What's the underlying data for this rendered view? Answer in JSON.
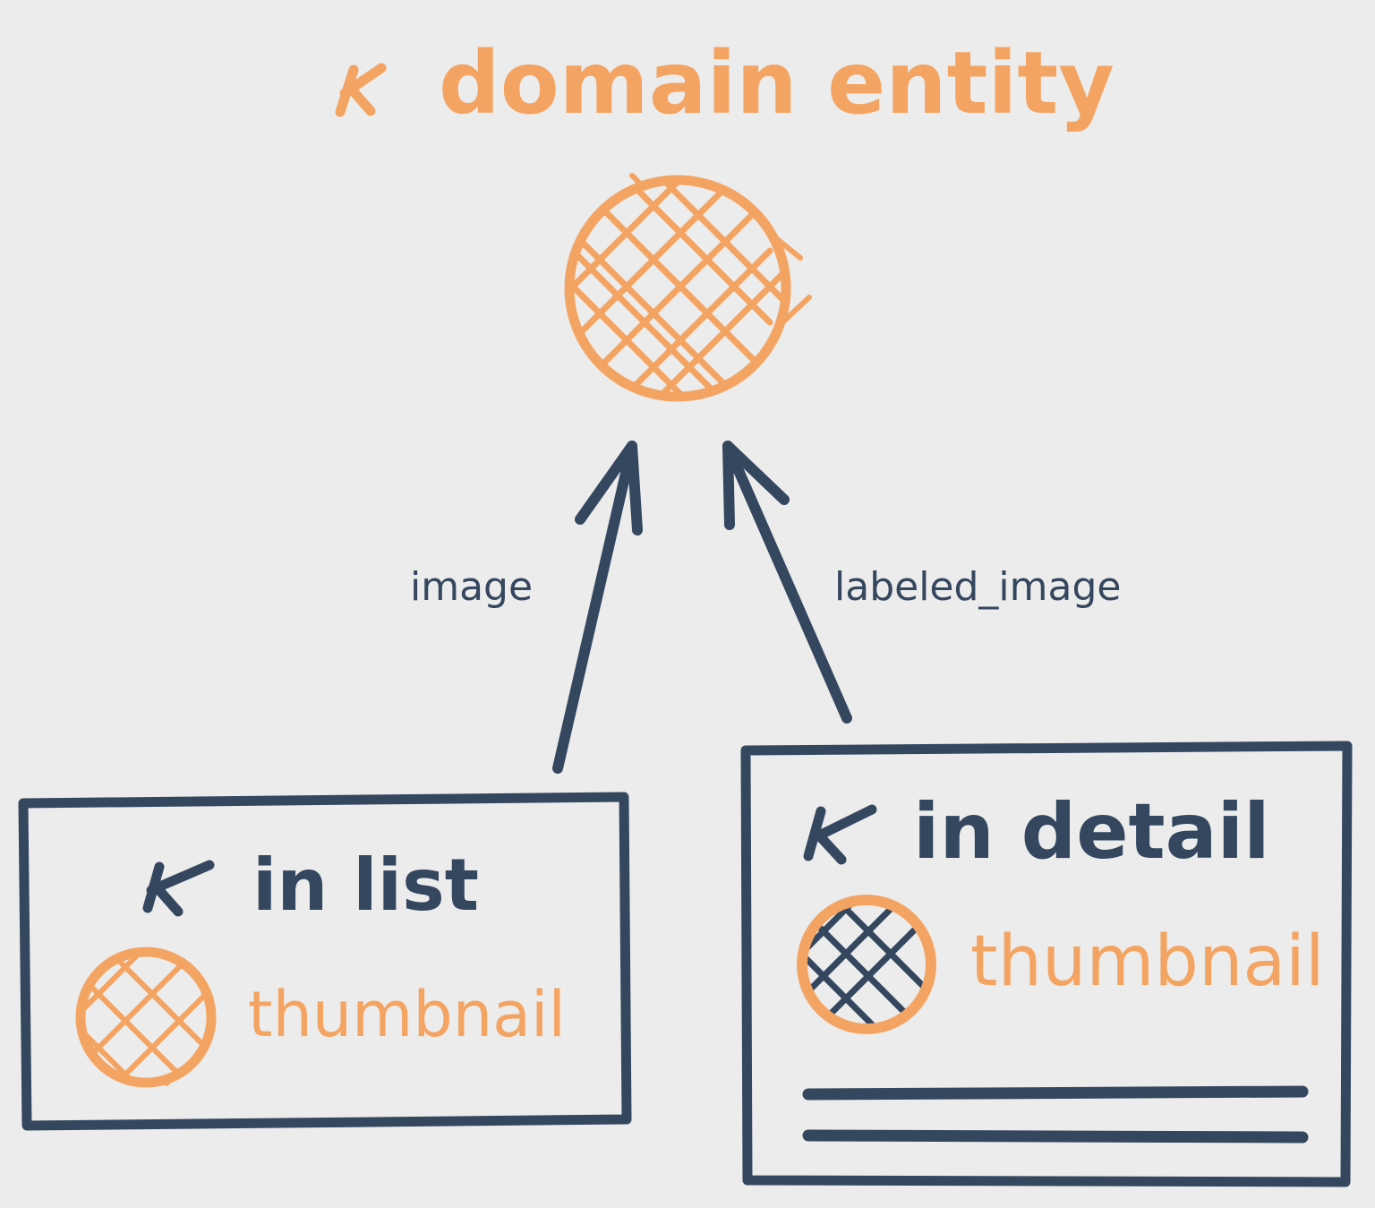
{
  "colors": {
    "background": "#ececec",
    "accent": "#f4a462",
    "ink": "#34475f"
  },
  "title": {
    "icon": "k-mark-icon",
    "text": "domain entity"
  },
  "entity": {
    "icon": "hatched-circle-icon"
  },
  "edges": {
    "list_edge_label": "image",
    "detail_edge_label": "labeled_image"
  },
  "list_card": {
    "icon": "k-mark-icon",
    "title": "in list",
    "thumbnail_label": "thumbnail",
    "thumbnail_icon": "hatched-circle-icon"
  },
  "detail_card": {
    "icon": "k-mark-icon",
    "title": "in detail",
    "thumbnail_label": "thumbnail",
    "thumbnail_icon": "hatched-circle-icon"
  }
}
